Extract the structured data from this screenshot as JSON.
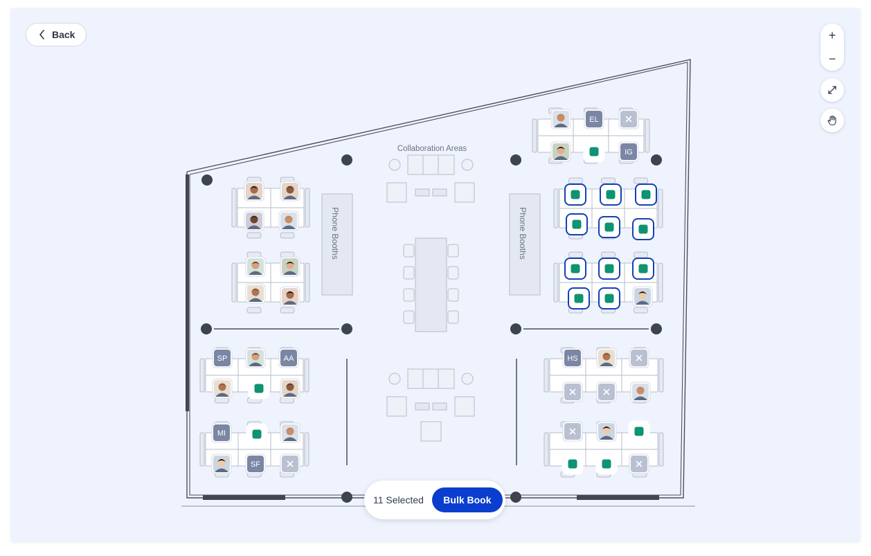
{
  "navigation": {
    "back_label": "Back"
  },
  "map_controls": {
    "zoom_in_symbol": "+",
    "zoom_out_symbol": "−",
    "fit_icon": "expand-arrows-icon",
    "pan_icon": "hand-icon"
  },
  "areas": {
    "collaboration": "Collaboration Areas",
    "phone_booths_left": "Phone Booths",
    "phone_booths_right": "Phone Booths"
  },
  "colors": {
    "canvas_bg": "#eff3fd",
    "available": "#0e9373",
    "selected_ring": "#1440b6",
    "initials_bg": "#7b86a4",
    "unavailable_bg": "#b9c0d2",
    "primary": "#0a3ecf"
  },
  "desk_clusters": [
    {
      "name": "top-right",
      "seats": [
        {
          "status": "occupied-photo"
        },
        {
          "status": "occupied-initials",
          "initials": "EL"
        },
        {
          "status": "unavailable"
        },
        {
          "status": "occupied-photo"
        },
        {
          "status": "available"
        },
        {
          "status": "occupied-initials",
          "initials": "IG"
        }
      ]
    },
    {
      "name": "left-upper",
      "seats": [
        {
          "status": "occupied-photo"
        },
        {
          "status": "occupied-photo"
        },
        {
          "status": "occupied-photo"
        },
        {
          "status": "occupied-photo"
        }
      ]
    },
    {
      "name": "left-middle",
      "seats": [
        {
          "status": "occupied-photo"
        },
        {
          "status": "occupied-photo"
        },
        {
          "status": "occupied-photo"
        },
        {
          "status": "occupied-photo"
        }
      ]
    },
    {
      "name": "right-upper",
      "seats": [
        {
          "status": "selected"
        },
        {
          "status": "selected"
        },
        {
          "status": "selected"
        },
        {
          "status": "selected"
        },
        {
          "status": "selected"
        },
        {
          "status": "selected"
        }
      ]
    },
    {
      "name": "right-middle",
      "seats": [
        {
          "status": "selected"
        },
        {
          "status": "selected"
        },
        {
          "status": "selected"
        },
        {
          "status": "selected"
        },
        {
          "status": "selected"
        },
        {
          "status": "occupied-photo"
        }
      ]
    },
    {
      "name": "bottom-left-upper",
      "seats": [
        {
          "status": "occupied-initials",
          "initials": "SP"
        },
        {
          "status": "occupied-photo"
        },
        {
          "status": "occupied-initials",
          "initials": "AA"
        },
        {
          "status": "occupied-photo"
        },
        {
          "status": "available"
        },
        {
          "status": "occupied-photo"
        }
      ]
    },
    {
      "name": "bottom-left-lower",
      "seats": [
        {
          "status": "occupied-initials",
          "initials": "MI"
        },
        {
          "status": "available"
        },
        {
          "status": "occupied-photo"
        },
        {
          "status": "occupied-photo"
        },
        {
          "status": "occupied-initials",
          "initials": "SF"
        },
        {
          "status": "unavailable"
        }
      ]
    },
    {
      "name": "bottom-right-upper",
      "seats": [
        {
          "status": "occupied-initials",
          "initials": "HS"
        },
        {
          "status": "occupied-photo"
        },
        {
          "status": "unavailable"
        },
        {
          "status": "unavailable"
        },
        {
          "status": "unavailable"
        },
        {
          "status": "occupied-photo"
        }
      ]
    },
    {
      "name": "bottom-right-lower",
      "seats": [
        {
          "status": "unavailable"
        },
        {
          "status": "occupied-photo"
        },
        {
          "status": "available"
        },
        {
          "status": "available"
        },
        {
          "status": "available"
        },
        {
          "status": "unavailable"
        }
      ]
    }
  ],
  "selection": {
    "count_text": "11 Selected",
    "bulk_book_label": "Bulk Book"
  }
}
